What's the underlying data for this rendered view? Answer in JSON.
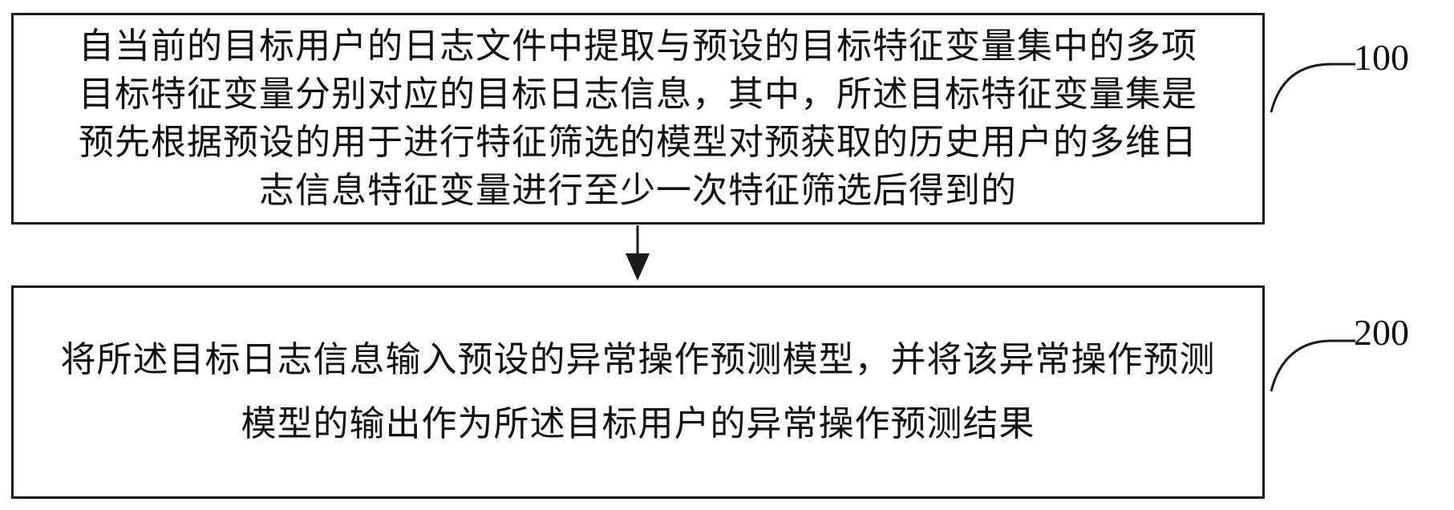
{
  "steps": [
    {
      "text": "自当前的目标用户的日志文件中提取与预设的目标特征变量集中的多项目标特征变量分别对应的目标日志信息，其中，所述目标特征变量集是预先根据预设的用于进行特征筛选的模型对预获取的历史用户的多维日志信息特征变量进行至少一次特征筛选后得到的",
      "label": "100"
    },
    {
      "text": "将所述目标日志信息输入预设的异常操作预测模型，并将该异常操作预测模型的输出作为所述目标用户的异常操作预测结果",
      "label": "200"
    }
  ],
  "colors": {
    "stroke": "#1a1a1a",
    "text": "#111111",
    "background": "#ffffff"
  }
}
